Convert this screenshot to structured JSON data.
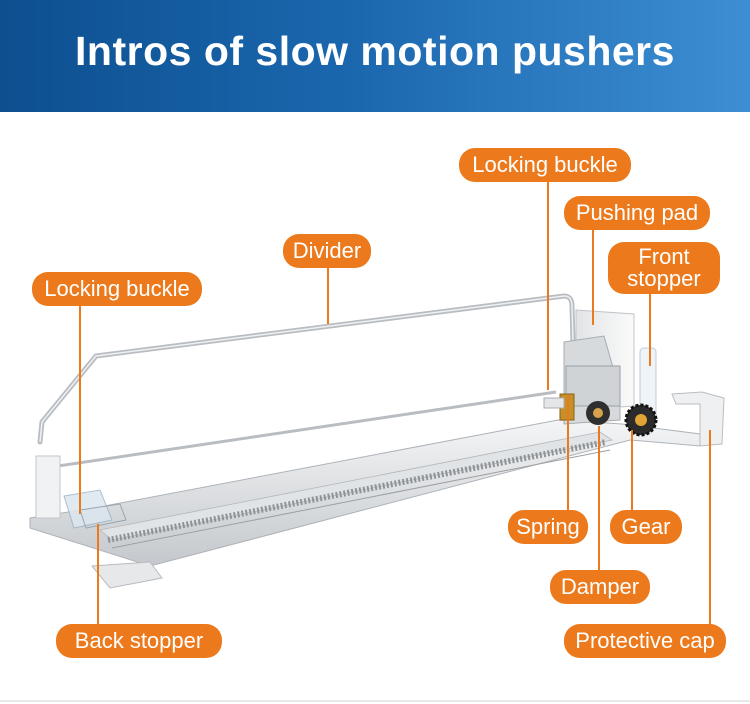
{
  "header": {
    "title": "Intros of slow motion pushers"
  },
  "colors": {
    "accent": "#ec7a1c",
    "header_start": "#0d4f8f",
    "header_end": "#3d8ed3",
    "metal": "#c9cccf"
  },
  "labels": {
    "locking_buckle_top": "Locking buckle",
    "pushing_pad": "Pushing pad",
    "divider": "Divider",
    "front_stopper": "Front stopper",
    "locking_buckle_left": "Locking buckle",
    "spring": "Spring",
    "gear": "Gear",
    "damper": "Damper",
    "back_stopper": "Back stopper",
    "protective_cap": "Protective cap"
  }
}
